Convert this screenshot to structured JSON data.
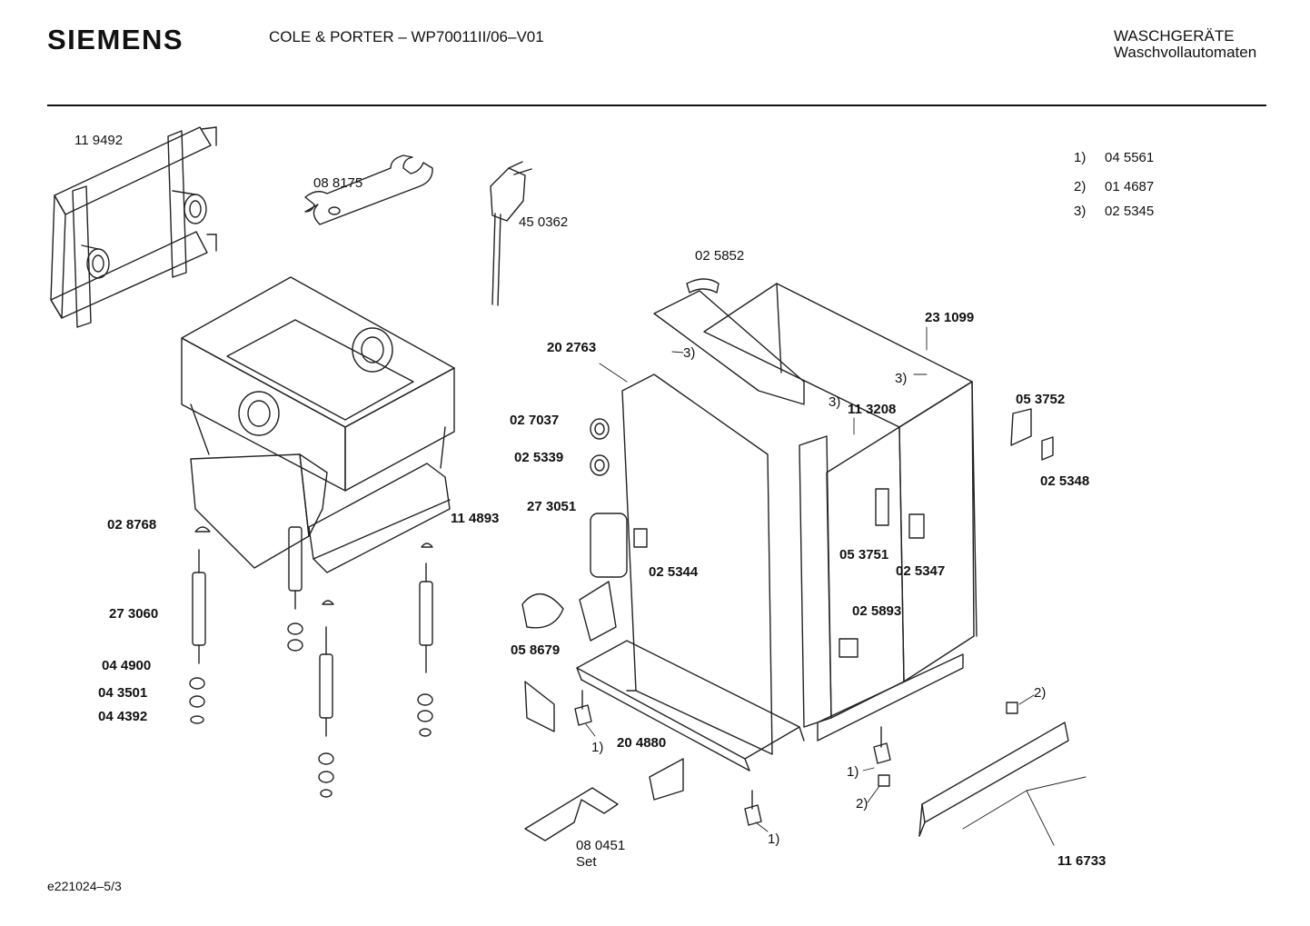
{
  "header": {
    "brand": "SIEMENS",
    "model": "COLE & PORTER – WP70011II/06–V01",
    "category_line1": "WASCHGERÄTE",
    "category_line2": "Waschvollautomaten"
  },
  "legend": [
    {
      "key": "1)",
      "part": "04 5561"
    },
    {
      "key": "2)",
      "part": "01 4687"
    },
    {
      "key": "3)",
      "part": "02 5345"
    }
  ],
  "labels": {
    "p119492": "11 9492",
    "p088175": "08 8175",
    "p450362": "45 0362",
    "p025852": "02 5852",
    "p231099": "23 1099",
    "p202763": "20 2763",
    "p027037": "02 7037",
    "p025339": "02 5339",
    "p273051": "27 3051",
    "p114893": "11 4893",
    "p028768": "02 8768",
    "p273060": "27 3060",
    "p044900": "04 4900",
    "p043501": "04 3501",
    "p044392": "04 4392",
    "p025344": "02 5344",
    "p058679": "05 8679",
    "p204880": "20 4880",
    "p080451": "08 0451",
    "p080451_set": "Set",
    "p113208": "11 3208",
    "p053752": "05 3752",
    "p025348": "02 5348",
    "p053751": "05 3751",
    "p025347": "02 5347",
    "p025893": "02 5893",
    "p116733": "11 6733",
    "ref3_a": "3)",
    "ref3_b": "3)",
    "ref3_c": "3)",
    "ref1_a": "1)",
    "ref1_b": "1)",
    "ref1_c": "1)",
    "ref2_a": "2)",
    "ref2_b": "2)"
  },
  "footer": {
    "doc_id": "e221024–5/3"
  }
}
